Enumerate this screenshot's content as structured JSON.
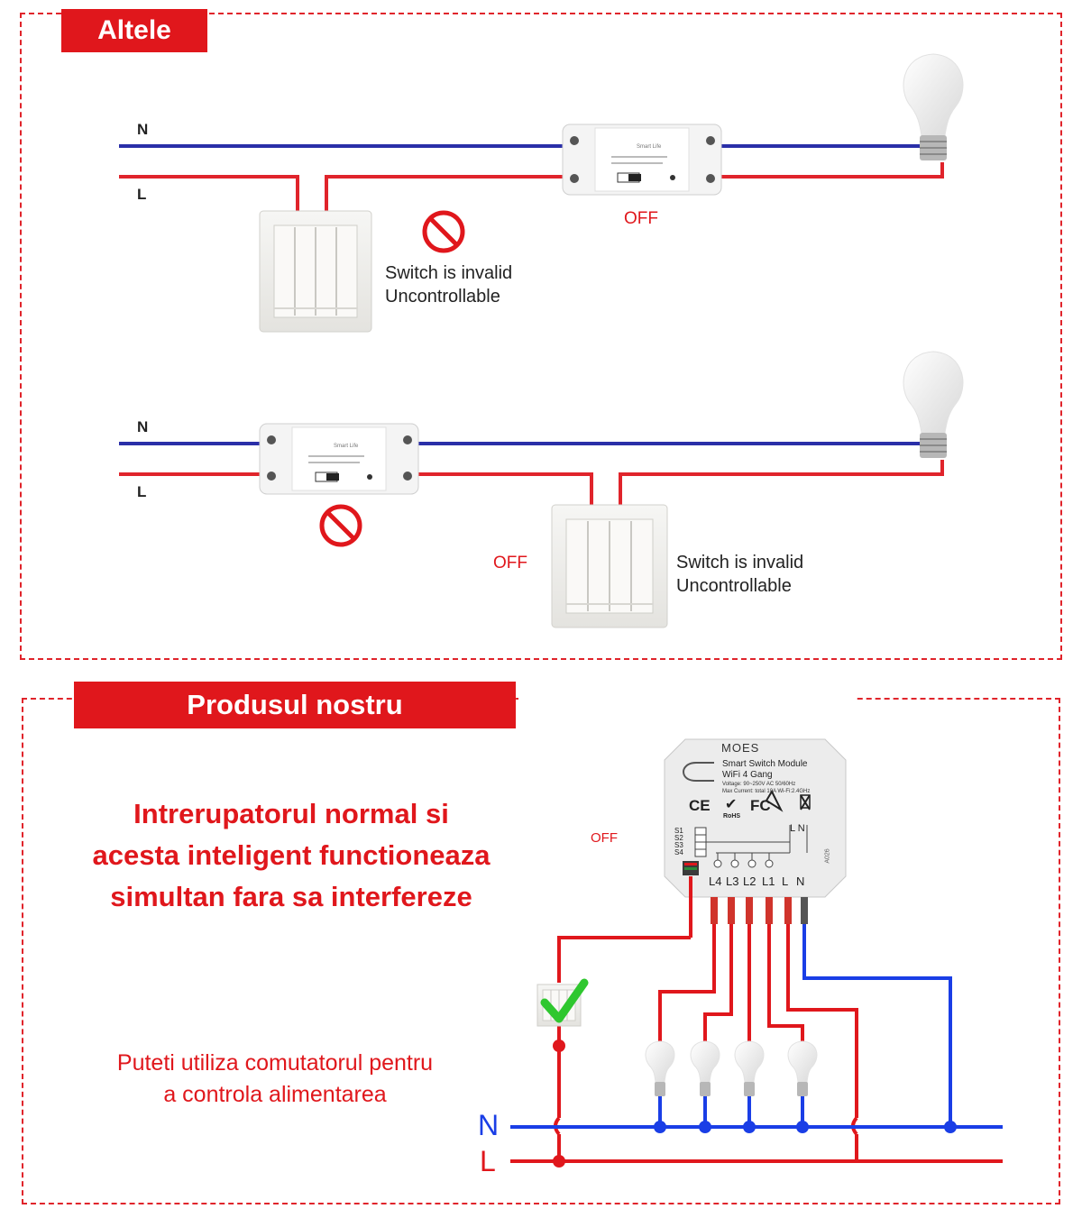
{
  "top_section": {
    "title": "Altele",
    "diagram1": {
      "n_label": "N",
      "l_label": "L",
      "off_label": "OFF",
      "note_line1": "Switch is invalid",
      "note_line2": "Uncontrollable",
      "module_label": "Smart Life"
    },
    "diagram2": {
      "n_label": "N",
      "l_label": "L",
      "off_label": "OFF",
      "note_line1": "Switch is invalid",
      "note_line2": "Uncontrollable",
      "module_label": "Smart Life"
    }
  },
  "bottom_section": {
    "title": "Produsul nostru",
    "headline_line1": "Intrerupatorul normal si",
    "headline_line2": "acesta inteligent functioneaza",
    "headline_line3": "simultan fara sa interfereze",
    "off_label": "OFF",
    "caption_line1": "Puteti utiliza comutatorul pentru",
    "caption_line2": "a controla alimentarea",
    "n_label": "N",
    "l_label": "L",
    "module": {
      "brand": "MOES",
      "name_line1": "Smart Switch Module",
      "name_line2": "WiFi 4 Gang",
      "spec_line1": "Voltage: 90~250V AC 50/60Hz",
      "spec_line2": "Max Current: total 10A Wi-Fi:2.4GHz",
      "cert_ce": "CE",
      "cert_fc": "FC",
      "rohs": "RoHS",
      "inputs": [
        "S1",
        "S2",
        "S3",
        "S4"
      ],
      "terminals": [
        "L4",
        "L3",
        "L2",
        "L1",
        "L",
        "N"
      ],
      "top_terminals": "L N",
      "model": "A026"
    }
  },
  "colors": {
    "accent_red": "#e0171c",
    "neutral_wire": "#2a2fa8",
    "live_wire": "#e0171c",
    "bottom_neutral_wire": "#1a3ee6"
  }
}
